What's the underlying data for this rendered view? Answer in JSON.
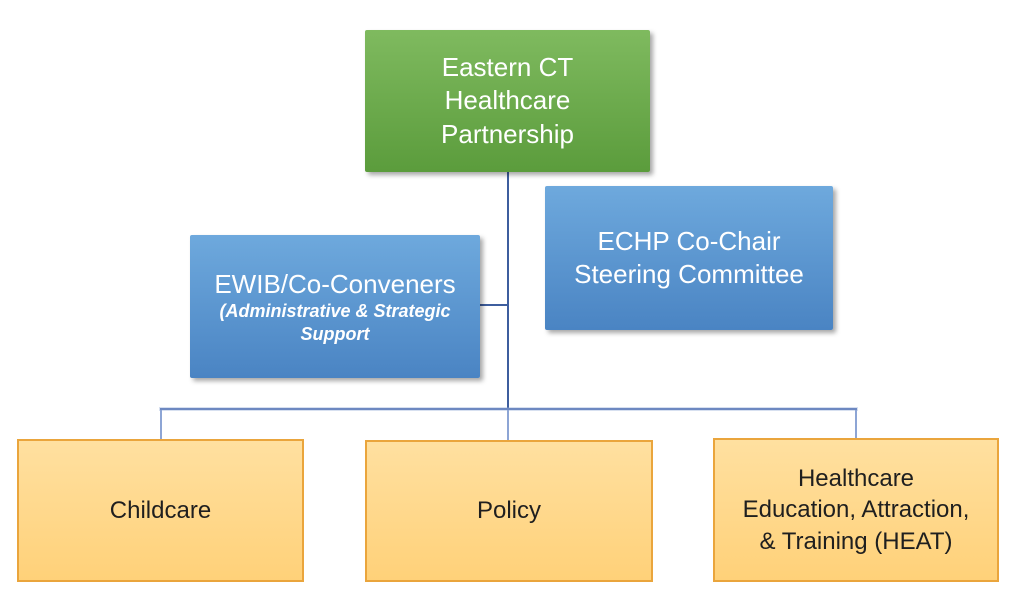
{
  "diagram": {
    "type": "org-chart",
    "nodes": {
      "partnership": {
        "lines": [
          "Eastern CT",
          "Healthcare",
          "Partnership"
        ]
      },
      "steering": {
        "lines": [
          "ECHP Co-Chair",
          "Steering Committee"
        ]
      },
      "ewib": {
        "title": "EWIB/Co-Conveners",
        "subtitle_lines": [
          "(Administrative & Strategic",
          "Support"
        ]
      },
      "childcare": {
        "label": "Childcare"
      },
      "policy": {
        "label": "Policy"
      },
      "heat": {
        "lines": [
          "Healthcare",
          "Education, Attraction,",
          "& Training (HEAT)"
        ]
      }
    },
    "edges": [
      "partnership -> policy (vertical trunk)",
      "ewib -> trunk (horizontal link)",
      "trunk -> childcare (horizontal bar + drop)",
      "trunk -> heat (horizontal bar + drop)"
    ]
  },
  "colors": {
    "green_top": "#7fba5f",
    "green_bottom": "#5b9c3c",
    "blue_top": "#6ea9dd",
    "blue_bottom": "#4a84c3",
    "gold_top": "#ffe0a0",
    "gold_bottom": "#ffd179",
    "gold_border": "#eaa53c",
    "connector_dark": "#3e5e9e",
    "connector_mid": "#6d88c1",
    "connector_light": "#8da5d5",
    "text_on_color": "#ffffff",
    "text_dark": "#1f1f1f"
  }
}
